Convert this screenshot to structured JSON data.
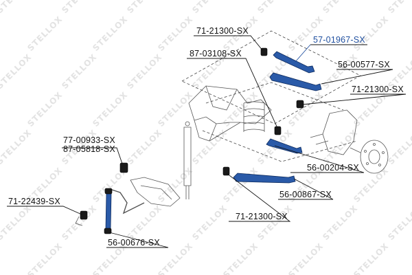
{
  "watermark": "STELLOX",
  "colors": {
    "highlight": "#1f4f9f",
    "part_blue": "#2a5aa8",
    "line": "#111111"
  },
  "labels": {
    "l1": "71-21300-SX",
    "l2": "57-01967-SX",
    "l3": "87-03108-SX",
    "l4": "56-00577-SX",
    "l5": "71-21300-SX",
    "l6": "77-00933-SX",
    "l7": "87-05818-SX",
    "l8": "56-00204-SX",
    "l9": "71-22439-SX",
    "l10": "56-00867-SX",
    "l11": "71-21300-SX",
    "l12": "56-00676-SX"
  }
}
